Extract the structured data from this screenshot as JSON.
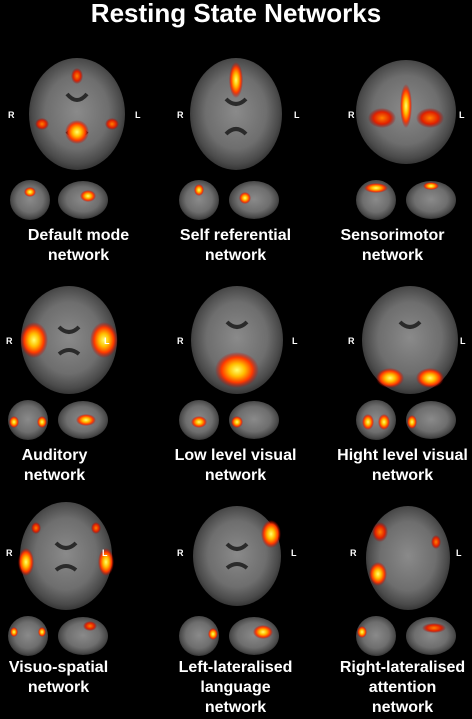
{
  "title": "Resting State Networks",
  "orientation": {
    "right": "R",
    "left": "L"
  },
  "panels": [
    {
      "id": "default-mode",
      "lines": [
        "Default mode",
        "network"
      ]
    },
    {
      "id": "self-referential",
      "lines": [
        "Self referential",
        "network"
      ]
    },
    {
      "id": "sensorimotor",
      "lines": [
        "Sensorimotor",
        "network"
      ]
    },
    {
      "id": "auditory",
      "lines": [
        "Auditory",
        "network"
      ]
    },
    {
      "id": "low-level-visual",
      "lines": [
        "Low level visual",
        "network"
      ]
    },
    {
      "id": "high-level-visual",
      "lines": [
        "Hight level visual",
        "network"
      ]
    },
    {
      "id": "visuo-spatial",
      "lines": [
        "Visuo-spatial",
        "network"
      ]
    },
    {
      "id": "left-lateralised-language",
      "lines": [
        "Left-lateralised",
        "language",
        "network"
      ]
    },
    {
      "id": "right-lateralised-attention",
      "lines": [
        "Right-lateralised",
        "attention",
        "network"
      ]
    }
  ]
}
